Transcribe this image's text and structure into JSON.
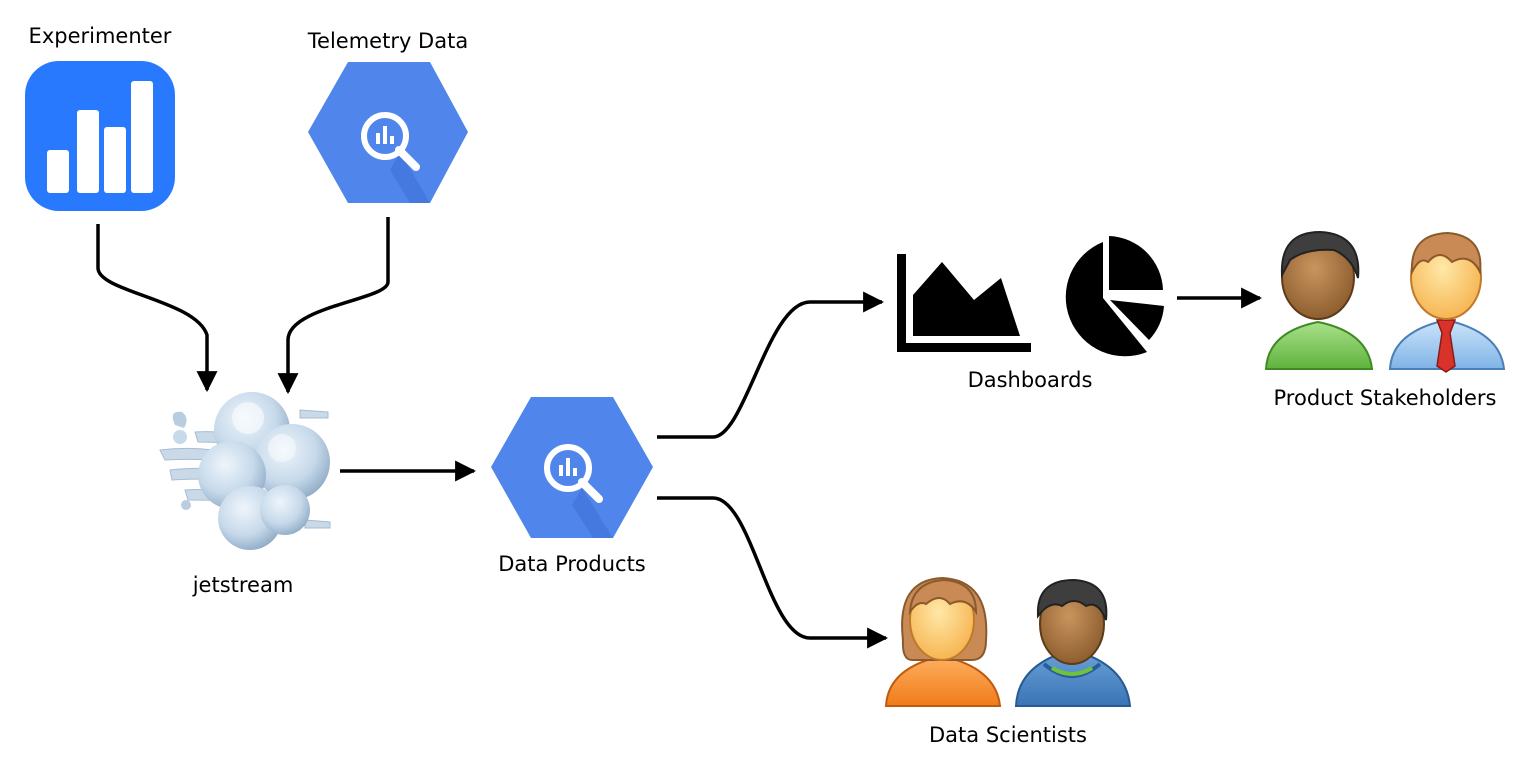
{
  "nodes": {
    "experimenter": {
      "label": "Experimenter",
      "icon": "bar-chart-app-icon",
      "color": "#2979ff"
    },
    "telemetry": {
      "label": "Telemetry Data",
      "icon": "bigquery-icon",
      "color": "#5086ec"
    },
    "jetstream": {
      "label": "jetstream",
      "icon": "dash-cloud-icon"
    },
    "data_products": {
      "label": "Data Products",
      "icon": "bigquery-icon",
      "color": "#5086ec"
    },
    "dashboards": {
      "label": "Dashboards",
      "icons": [
        "area-chart-icon",
        "pie-chart-icon"
      ]
    },
    "stakeholders": {
      "label": "Product Stakeholders",
      "icons": [
        "person-icon",
        "businessman-icon"
      ]
    },
    "scientists": {
      "label": "Data Scientists",
      "icons": [
        "woman-icon",
        "man-hoodie-icon"
      ]
    }
  },
  "edges": [
    {
      "from": "experimenter",
      "to": "jetstream"
    },
    {
      "from": "telemetry",
      "to": "jetstream"
    },
    {
      "from": "jetstream",
      "to": "data_products"
    },
    {
      "from": "data_products",
      "to": "dashboards"
    },
    {
      "from": "data_products",
      "to": "scientists"
    },
    {
      "from": "dashboards",
      "to": "stakeholders"
    }
  ]
}
